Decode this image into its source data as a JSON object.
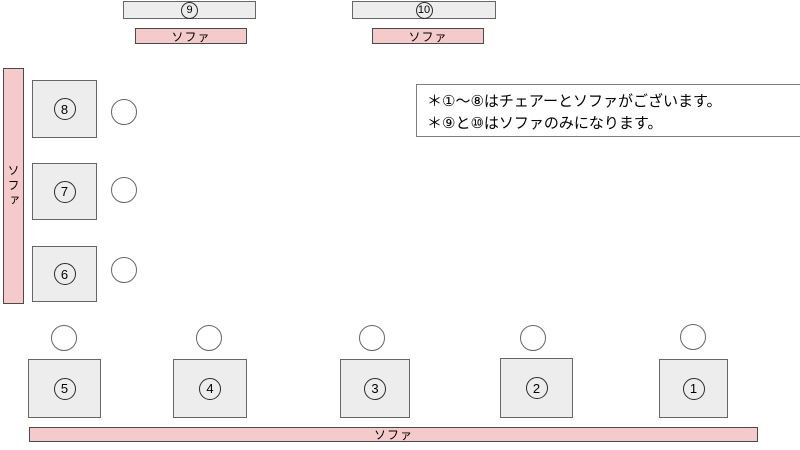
{
  "labels": {
    "sofa": "ソファ"
  },
  "seats": {
    "s1": "1",
    "s2": "2",
    "s3": "3",
    "s4": "4",
    "s5": "5",
    "s6": "6",
    "s7": "7",
    "s8": "8",
    "s9": "9",
    "s10": "10"
  },
  "note": {
    "line1": "＊①～⑧はチェアーとソファがございます。",
    "line2": "＊⑨と⑩はソファのみになります。"
  },
  "colors": {
    "sofa_pink": "#F5CACA",
    "table_gray": "#EDEDED",
    "outline": "#666666",
    "outline_dark": "#4A4A4A"
  }
}
